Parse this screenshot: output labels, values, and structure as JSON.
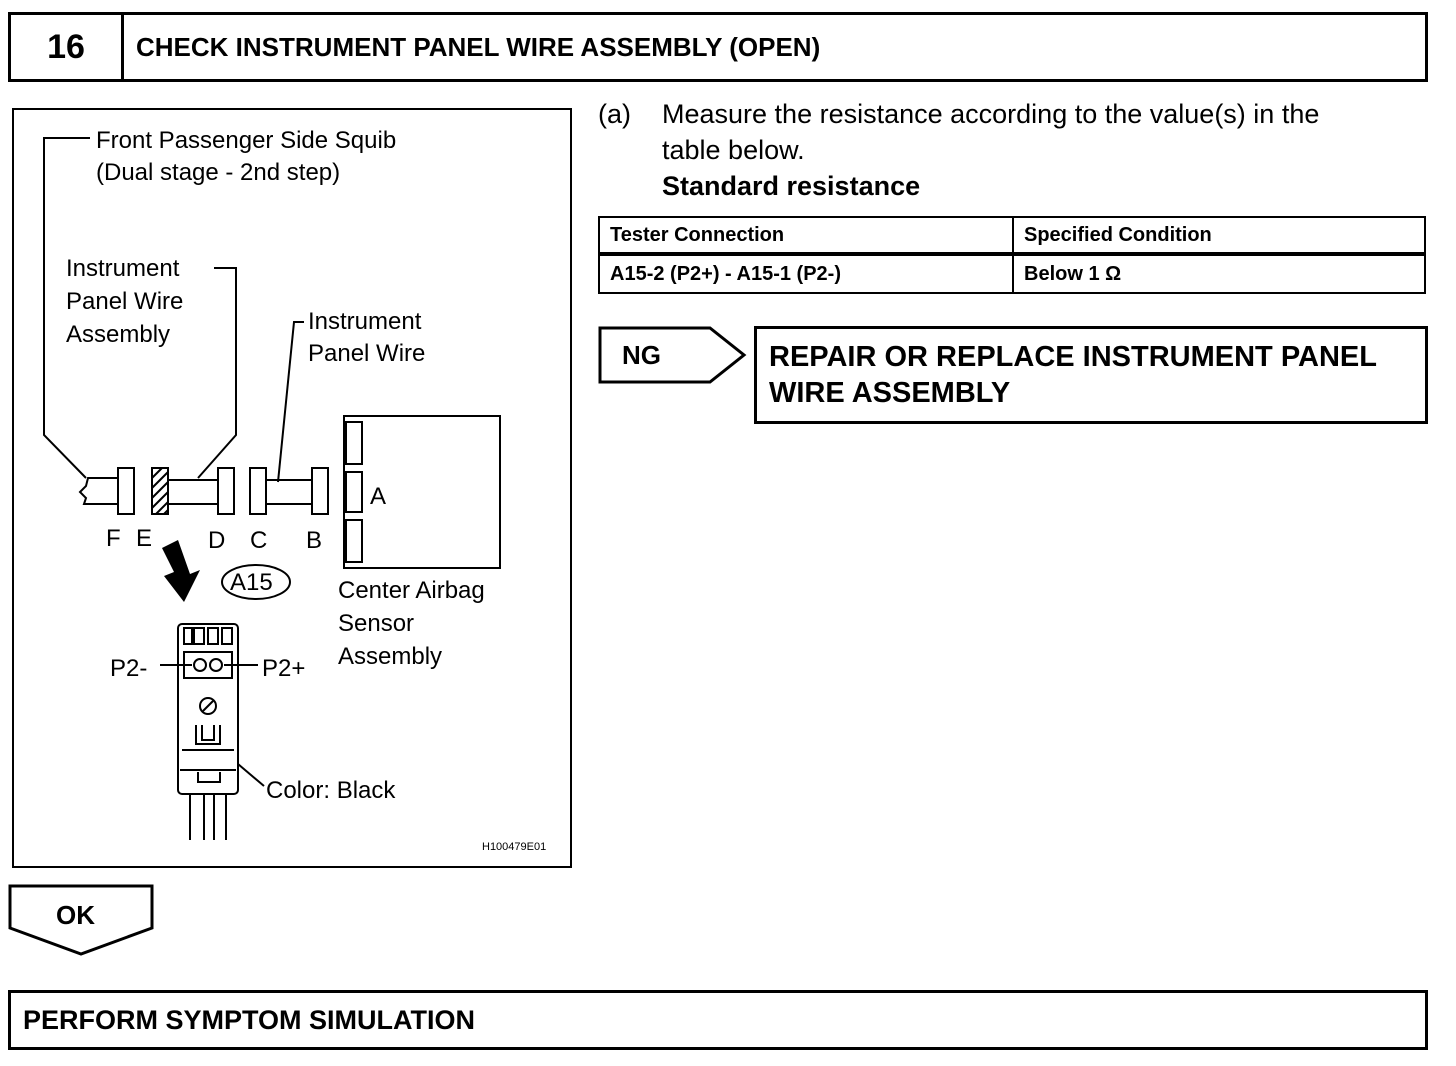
{
  "header": {
    "step_number": "16",
    "title": "CHECK INSTRUMENT PANEL WIRE ASSEMBLY (OPEN)"
  },
  "figure": {
    "label_squib_line1": "Front Passenger Side Squib",
    "label_squib_line2": "(Dual stage - 2nd step)",
    "label_ipwa_line1": "Instrument",
    "label_ipwa_line2": "Panel Wire",
    "label_ipwa_line3": "Assembly",
    "label_ipw_line1": "Instrument",
    "label_ipw_line2": "Panel Wire",
    "connector_a": "A",
    "connector_b": "B",
    "connector_c": "C",
    "connector_d": "D",
    "connector_e": "E",
    "connector_f": "F",
    "connector_id": "A15",
    "label_sensor_line1": "Center Airbag",
    "label_sensor_line2": "Sensor",
    "label_sensor_line3": "Assembly",
    "terminal_p2_minus": "P2-",
    "terminal_p2_plus": "P2+",
    "color_label": "Color: Black",
    "figure_code": "H100479E01"
  },
  "instructions": {
    "step_mark": "(a)",
    "line1": "Measure the resistance according to the value(s) in the",
    "line2": "table below.",
    "heading": "Standard resistance"
  },
  "table": {
    "headers": [
      "Tester Connection",
      "Specified Condition"
    ],
    "rows": [
      [
        "A15-2 (P2+) - A15-1 (P2-)",
        "Below 1 Ω"
      ]
    ]
  },
  "ng": {
    "label": "NG",
    "action_line1": "REPAIR OR REPLACE INSTRUMENT PANEL",
    "action_line2": "WIRE ASSEMBLY"
  },
  "ok": {
    "label": "OK"
  },
  "next_step": {
    "title": "PERFORM SYMPTOM SIMULATION"
  }
}
